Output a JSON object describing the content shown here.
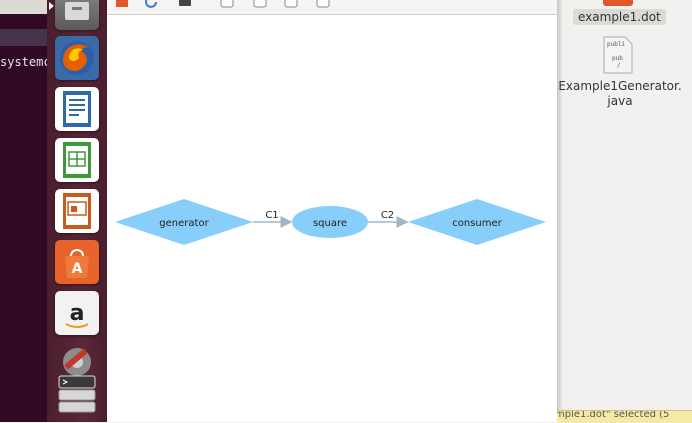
{
  "terminal": {
    "text": "systemc"
  },
  "launcher": {
    "items": [
      {
        "icon": "files-icon"
      },
      {
        "icon": "firefox-icon"
      },
      {
        "icon": "writer-icon"
      },
      {
        "icon": "calc-icon"
      },
      {
        "icon": "impress-icon"
      },
      {
        "icon": "software-center-icon"
      },
      {
        "icon": "amazon-icon"
      },
      {
        "icon": "system-settings-icon"
      },
      {
        "icon": "terminal-stack-icon"
      }
    ]
  },
  "graph": {
    "nodes": [
      {
        "id": "generator",
        "label": "generator",
        "shape": "diamond"
      },
      {
        "id": "square",
        "label": "square",
        "shape": "ellipse"
      },
      {
        "id": "consumer",
        "label": "consumer",
        "shape": "diamond"
      }
    ],
    "edges": [
      {
        "from": "generator",
        "to": "square",
        "label": "C1"
      },
      {
        "from": "square",
        "to": "consumer",
        "label": "C2"
      }
    ],
    "node_color": "#87cefa",
    "edge_color": "#9fb8c8"
  },
  "files": {
    "selected_file": "example1.dot",
    "java_file": "Example1Generator.java",
    "java_thumb_line1": "publi",
    "java_thumb_line2": "pub",
    "java_thumb_line3": "/",
    "status": "mple1.dot\" selected (5"
  }
}
